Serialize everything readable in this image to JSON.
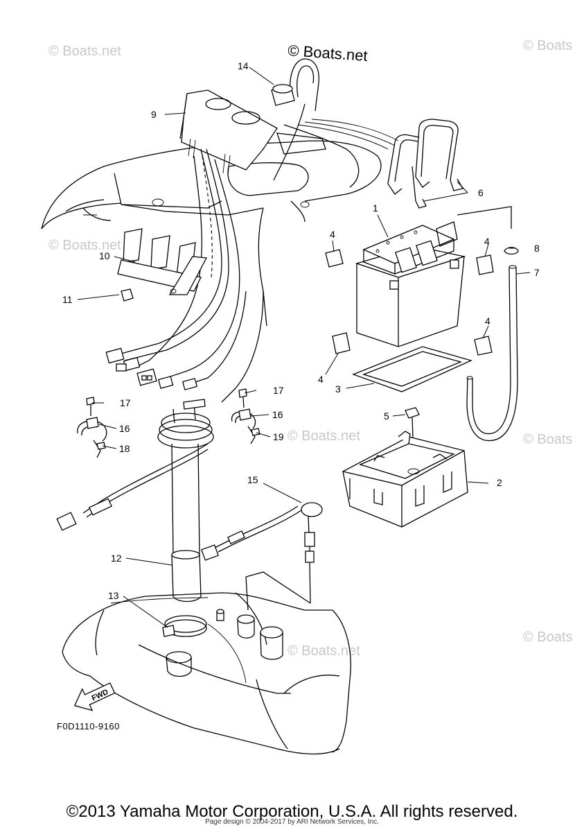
{
  "watermarks": {
    "main": "© Boats.net",
    "tiles": [
      "© Boats.net",
      "© Boats",
      "© Boats.net",
      "© Boats.net",
      "© Boats",
      "© Boats.net",
      "© Boats"
    ]
  },
  "diagram_code": "F0D1110-9160",
  "fwd_label": "FWD",
  "parts": [
    {
      "id": "p1",
      "number": "1"
    },
    {
      "id": "p2",
      "number": "2"
    },
    {
      "id": "p3",
      "number": "3"
    },
    {
      "id": "p4a",
      "number": "4"
    },
    {
      "id": "p4b",
      "number": "4"
    },
    {
      "id": "p4c",
      "number": "4"
    },
    {
      "id": "p4d",
      "number": "4"
    },
    {
      "id": "p5",
      "number": "5"
    },
    {
      "id": "p6",
      "number": "6"
    },
    {
      "id": "p7",
      "number": "7"
    },
    {
      "id": "p8",
      "number": "8"
    },
    {
      "id": "p9",
      "number": "9"
    },
    {
      "id": "p10",
      "number": "10"
    },
    {
      "id": "p11",
      "number": "11"
    },
    {
      "id": "p12",
      "number": "12"
    },
    {
      "id": "p13",
      "number": "13"
    },
    {
      "id": "p14",
      "number": "14"
    },
    {
      "id": "p15",
      "number": "15"
    },
    {
      "id": "p16a",
      "number": "16"
    },
    {
      "id": "p16b",
      "number": "16"
    },
    {
      "id": "p17a",
      "number": "17"
    },
    {
      "id": "p17b",
      "number": "17"
    },
    {
      "id": "p18",
      "number": "18"
    },
    {
      "id": "p19",
      "number": "19"
    }
  ],
  "footer": {
    "copyright": "©2013 Yamaha Motor Corporation, U.S.A. All rights reserved.",
    "page_design": "Page design © 2004-2017 by ARI Network Services, Inc."
  }
}
